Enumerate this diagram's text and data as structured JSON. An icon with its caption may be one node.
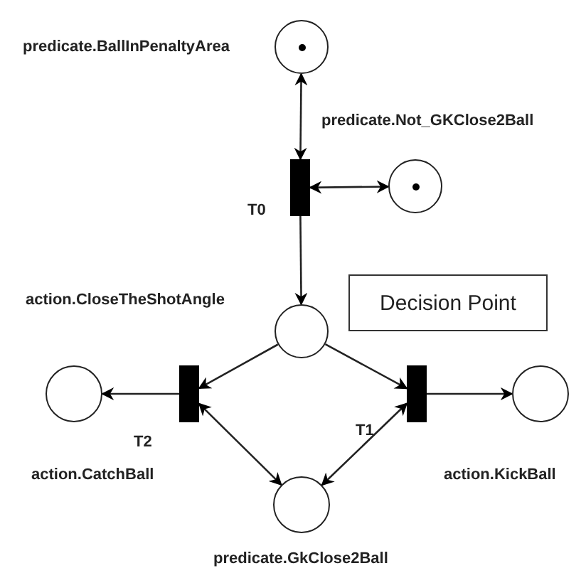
{
  "diagram": {
    "nodes": [
      {
        "text": [],
        "shape": "circle",
        "beside": [
          "predicate.BallInPenaltyArea"
        ]
      },
      {
        "text": [],
        "shape": "bar",
        "beside": [
          "T0"
        ]
      },
      {
        "text": [],
        "shape": "circle",
        "beside": [
          "predicate.Not_GKClose2Ball"
        ]
      },
      {
        "text": [],
        "shape": "circle",
        "beside": [
          "action.CloseTheShotAngle"
        ]
      },
      {
        "text": [
          "Decision Point"
        ]
      },
      {
        "text": [],
        "shape": "bar",
        "beside": [
          "T2"
        ]
      },
      {
        "text": [],
        "shape": "bar",
        "beside": [
          "T1"
        ]
      },
      {
        "text": [],
        "shape": "circle",
        "beside": [
          "action.CatchBall"
        ]
      },
      {
        "text": [],
        "shape": "circle",
        "beside": [
          "action.KickBall"
        ]
      },
      {
        "text": [],
        "shape": "circle",
        "beside": [
          "predicate.GkClose2Ball"
        ]
      }
    ],
    "edges": [
      {
        "from": 0,
        "to": 1,
        "arrow": "both"
      },
      {
        "from": 1,
        "to": 2,
        "arrow": "both"
      },
      {
        "from": 1,
        "to": 3,
        "arrow": "to"
      },
      {
        "from": 3,
        "to": 5,
        "arrow": "to"
      },
      {
        "from": 3,
        "to": 6,
        "arrow": "to"
      },
      {
        "from": 5,
        "to": 7,
        "arrow": "to"
      },
      {
        "from": 6,
        "to": 8,
        "arrow": "to"
      },
      {
        "from": 5,
        "to": 9,
        "arrow": "both"
      },
      {
        "from": 6,
        "to": 9,
        "arrow": "both"
      }
    ]
  }
}
